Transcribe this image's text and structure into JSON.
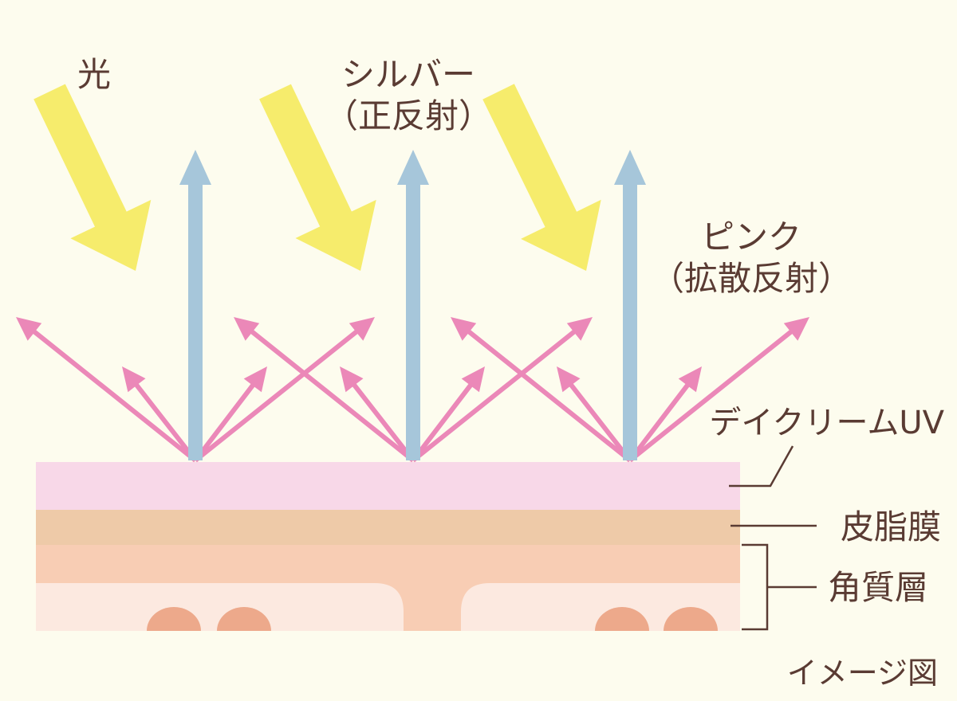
{
  "labels": {
    "light": "光",
    "silver_line1": "シルバー",
    "silver_line2": "（正反射）",
    "pink_line1": "ピンク",
    "pink_line2": "（拡散反射）",
    "product": "デイクリームUV",
    "sebum": "皮脂膜",
    "stratum": "角質層",
    "caption": "イメージ図"
  },
  "colors": {
    "background": "#fdfcee",
    "light_arrow": "#f7ef7a",
    "specular_arrow": "#a6c6da",
    "diffuse_arrow": "#eb88b8",
    "cream_layer": "#f8d8e8",
    "sebum_layer": "#eecaa8",
    "stratum_layer": "#f8cdb4",
    "cell": "#fce9e0",
    "nucleus": "#eda98b",
    "text": "#5a3b33"
  },
  "icons": {
    "incident": "yellow-light-arrow",
    "specular": "blue-reflection-arrow",
    "diffuse": "pink-scatter-arrow"
  }
}
